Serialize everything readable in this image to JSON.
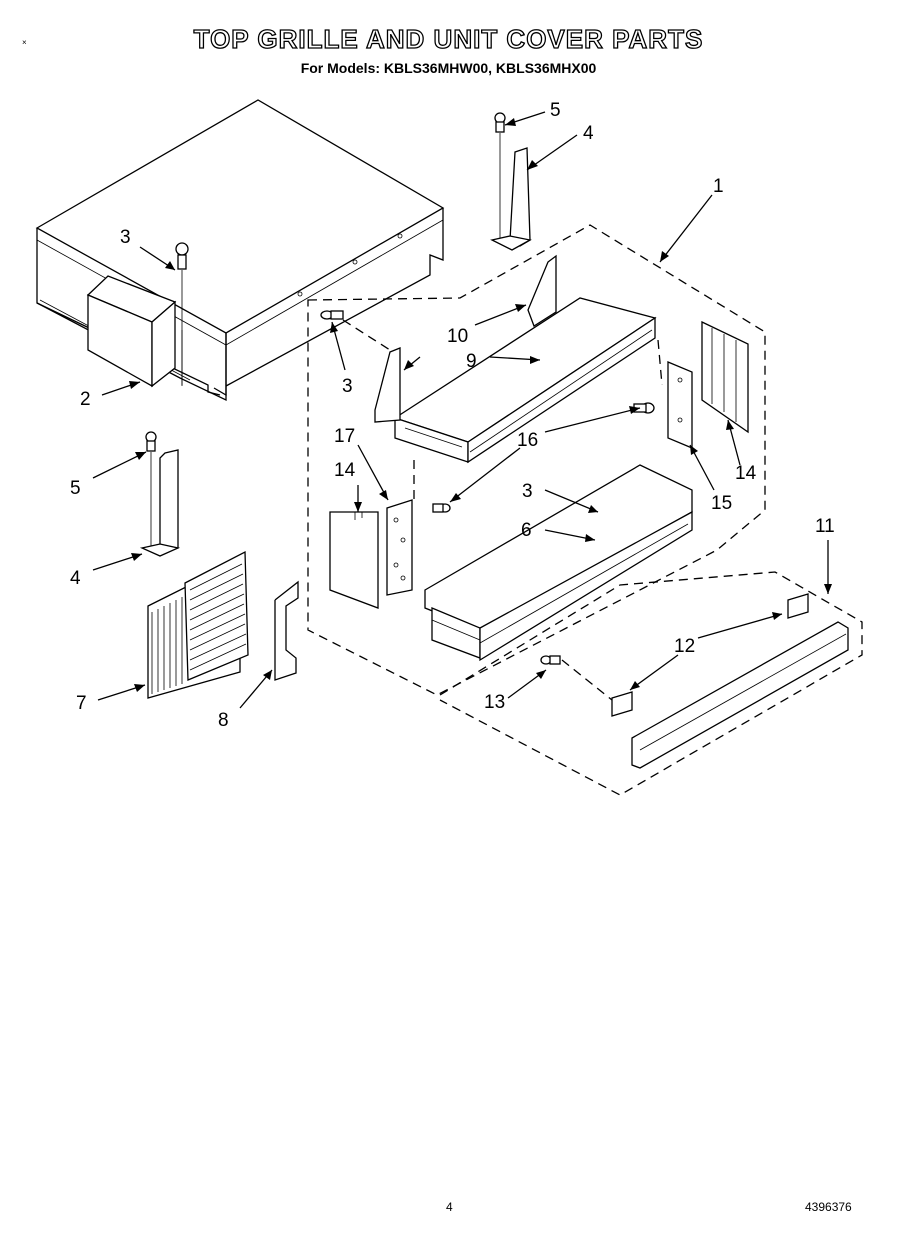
{
  "header": {
    "title": "TOP GRILLE AND UNIT COVER PARTS",
    "subtitle": "For Models: KBLS36MHW00, KBLS36MHX00"
  },
  "footer": {
    "corner_mark": "×",
    "page_number": "4",
    "doc_number": "4396376"
  },
  "callouts": {
    "c1": "1",
    "c2": "2",
    "c3a": "3",
    "c3b": "3",
    "c3c": "3",
    "c4a": "4",
    "c4b": "4",
    "c5a": "5",
    "c5b": "5",
    "c6": "6",
    "c7": "7",
    "c8": "8",
    "c9": "9",
    "c10": "10",
    "c11": "11",
    "c12": "12",
    "c13": "13",
    "c14a": "14",
    "c14b": "14",
    "c15": "15",
    "c16": "16",
    "c17": "17"
  }
}
